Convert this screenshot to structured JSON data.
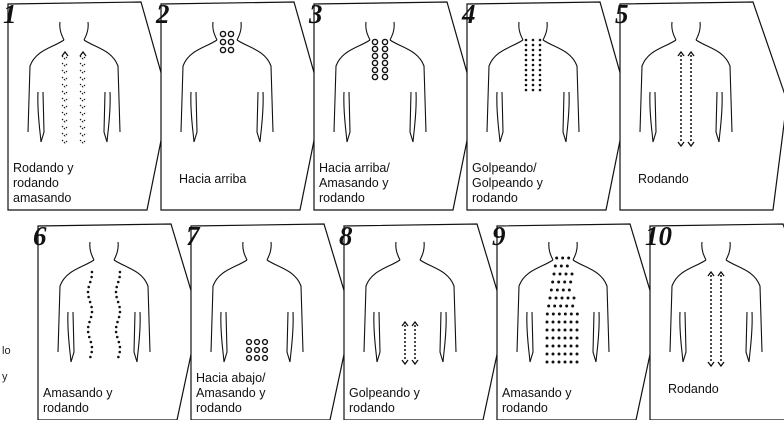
{
  "steps": [
    {
      "number": "1",
      "label": "Rodando y\nrodando\namasando",
      "pattern": "chevrons-down-sides"
    },
    {
      "number": "2",
      "label": "Hacia arriba",
      "pattern": "circles-neck"
    },
    {
      "number": "3",
      "label": "Hacia arriba/\nAmasando y\nrodando",
      "pattern": "circles-upper"
    },
    {
      "number": "4",
      "label": "Golpeando/\nGolpeando y\nrodando",
      "pattern": "dots-upper"
    },
    {
      "number": "5",
      "label": "Rodando",
      "pattern": "arrows-up-down"
    },
    {
      "number": "6",
      "label": "Amasando y\nrodando",
      "pattern": "dots-sides"
    },
    {
      "number": "7",
      "label": "Hacia abajo/\nAmasando y\nrodando",
      "pattern": "circles-lower"
    },
    {
      "number": "8",
      "label": "Golpeando y\nrodando",
      "pattern": "arrows-lower"
    },
    {
      "number": "9",
      "label": "Amasando y\nrodando",
      "pattern": "dots-full"
    },
    {
      "number": "10",
      "label": "Rodando",
      "pattern": "arrows-up-down"
    }
  ],
  "edge_text": [
    "lo",
    "y"
  ]
}
